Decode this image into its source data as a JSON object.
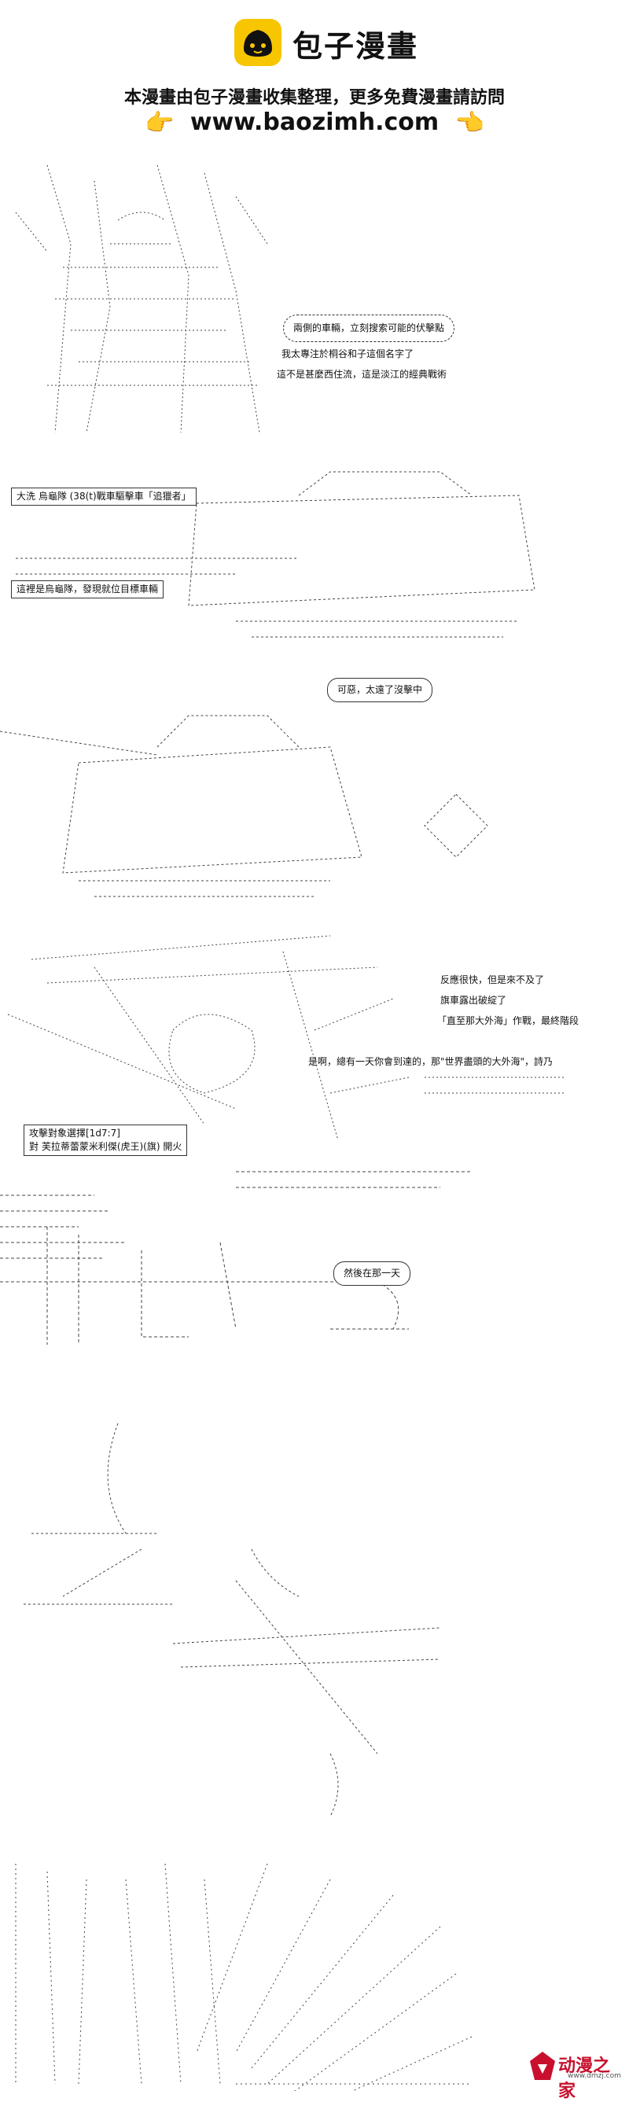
{
  "header": {
    "site_name": "包子漫畫",
    "notice": "本漫畫由包子漫畫收集整理，更多免費漫畫請訪問",
    "url": "www.baozimh.com",
    "logo_icon": "bun-face-icon",
    "hand_icon": "pointing-hand-icon",
    "brand_color": "#f7c600"
  },
  "captions": {
    "p1_spiky": "兩側的車輛，立刻搜索可能的伏擊點",
    "p1_line1": "我太專注於桐谷和子這個名字了",
    "p1_line2": "這不是甚麼西住流，這是淡江的經典戰術",
    "p2_label": "大洗 烏龜隊 (38(t)戰車驅擊車「追獵者」",
    "p2_box": "這裡是烏龜隊，發現就位目標車輛",
    "p3_bubble": "可惡，太遠了沒擊中",
    "p4_line1": "反應很快，但是來不及了",
    "p4_line2": "旗車露出破綻了",
    "p4_line3": "「直至那大外海」作戰，最終階段",
    "p4_line4": "是啊，總有一天你會到達的，那\"世界盡頭的大外海\"，詩乃",
    "p5_box_line1": "攻擊對象選擇[1d7:7]",
    "p5_box_line2": "對 芙拉蒂蕾蒙米利傑(虎王)(旗) 開火",
    "p5_bubble": "然後在那一天"
  },
  "watermark": {
    "text": "动漫之家",
    "url": "www.dmzj.com",
    "color": "#c8102e"
  }
}
